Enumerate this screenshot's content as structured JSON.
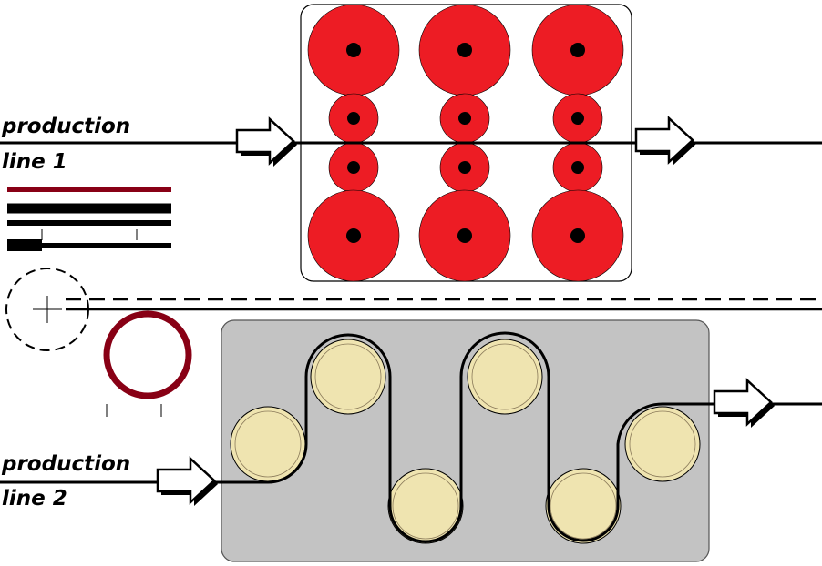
{
  "labels": {
    "line1_word1": "production",
    "line1_word2": "line 1",
    "line2_word1": "production",
    "line2_word2": "line 2"
  },
  "colors": {
    "roll_red": "#ed1c24",
    "roll_center": "#000000",
    "cream_roll": "#efe4b0",
    "panel_gray": "#c3c3c3",
    "dark_red": "#880015",
    "line": "#000000"
  },
  "icons": {
    "flow_arrow": "hollow-right-arrow-icon",
    "dashed_circle": "dashed-circle-icon"
  }
}
